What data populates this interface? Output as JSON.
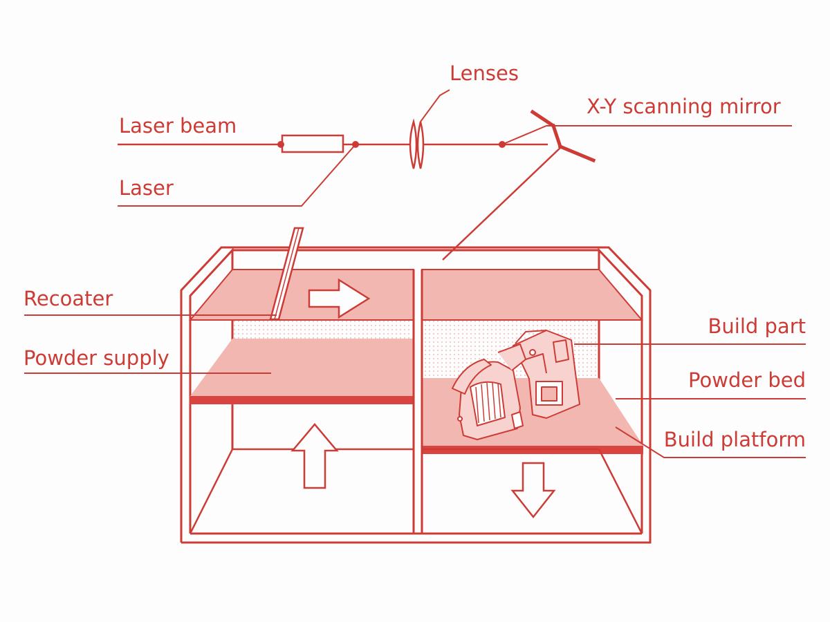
{
  "labels": {
    "lenses": "Lenses",
    "scanning_mirror": "X-Y scanning mirror",
    "laser_beam": "Laser beam",
    "laser": "Laser",
    "recoater": "Recoater",
    "powder_supply": "Powder supply",
    "build_part": "Build part",
    "powder_bed": "Powder bed",
    "build_platform": "Build platform"
  },
  "colors": {
    "line": "#cc3b35",
    "powder_fill": "#f3b7b2",
    "platform": "#d94440",
    "background": "#fdfdfd"
  }
}
